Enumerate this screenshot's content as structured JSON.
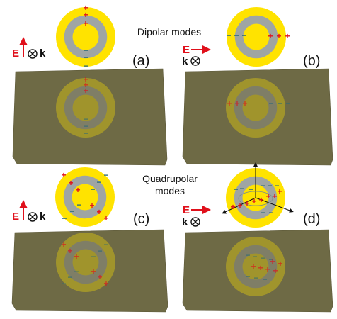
{
  "headings": {
    "dipolar": "Dipolar modes",
    "quadrupolar": "Quadrupolar\nmodes"
  },
  "panels": [
    {
      "label": "(a)",
      "E_label": "E",
      "k_label": "k",
      "E_direction": "up"
    },
    {
      "label": "(b)",
      "E_label": "E",
      "k_label": "k",
      "E_direction": "right"
    },
    {
      "label": "(c)",
      "E_label": "E",
      "k_label": "k",
      "E_direction": "up"
    },
    {
      "label": "(d)",
      "E_label": "E",
      "k_label": "k",
      "E_direction": "right"
    }
  ],
  "colors": {
    "outer_shell": "#ffe300",
    "spacer_ring": "#9fa5a3",
    "core": "#ffe300",
    "substrate": "#6e6a45",
    "positive_charge": "#e0101b",
    "negative_charge": "#2b6a78",
    "E_arrow": "#e0101b"
  },
  "charge_symbols": {
    "positive": "+",
    "negative": "−"
  }
}
